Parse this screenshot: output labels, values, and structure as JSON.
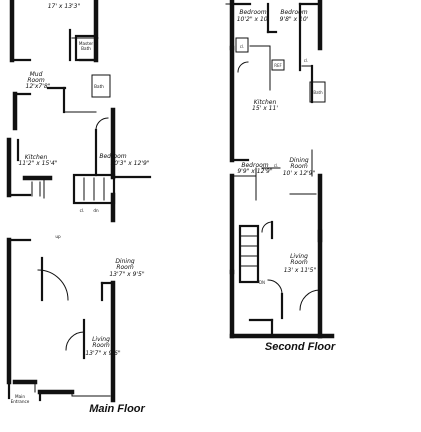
{
  "top_left_dim": "17' x 13'3\"",
  "main_floor": {
    "caption": "Main Floor",
    "rooms": [
      {
        "key": "mud",
        "name": "Mud",
        "sub": "Room",
        "dims": "12'x7'8\""
      },
      {
        "key": "kitchen",
        "name": "Kitchen",
        "sub": "",
        "dims": "11'2\" x 15'4\""
      },
      {
        "key": "bedroom",
        "name": "Bedroom",
        "sub": "",
        "dims": "10'3\" x 12'9\""
      },
      {
        "key": "dining",
        "name": "Dining",
        "sub": "Room",
        "dims": "13'7\" x 9'5\""
      },
      {
        "key": "living",
        "name": "Living",
        "sub": "Room",
        "dims": "13'7\" x 9'6\""
      }
    ],
    "labels": {
      "master": "Master",
      "bath_a": "Bath",
      "bath_b": "Bath",
      "main": "Main",
      "entrance": "Entrance",
      "cl": "cl.",
      "dn": "dn",
      "up": "up"
    }
  },
  "second_floor": {
    "caption": "Second Floor",
    "rooms": [
      {
        "key": "bedroom_a",
        "name": "Bedroom",
        "sub": "",
        "dims": "10'2\" x 10'"
      },
      {
        "key": "bedroom_b",
        "name": "Bedroom",
        "sub": "",
        "dims": "9'8\" x 10'"
      },
      {
        "key": "kitchen",
        "name": "Kitchen",
        "sub": "",
        "dims": "15' x 11'"
      },
      {
        "key": "bedroom_c",
        "name": "Bedroom",
        "sub": "",
        "dims": "9'9\" x 12'9\""
      },
      {
        "key": "dining",
        "name": "Dining",
        "sub": "Room",
        "dims": "10' x 12'9\""
      },
      {
        "key": "living",
        "name": "Living",
        "sub": "Room",
        "dims": "13' x 11'5\""
      }
    ],
    "labels": {
      "cl_a": "cl.",
      "cl_b": "cl.",
      "cl_c": "cl.",
      "bath": "Bath",
      "ref": "REF",
      "dn": "DN"
    }
  }
}
